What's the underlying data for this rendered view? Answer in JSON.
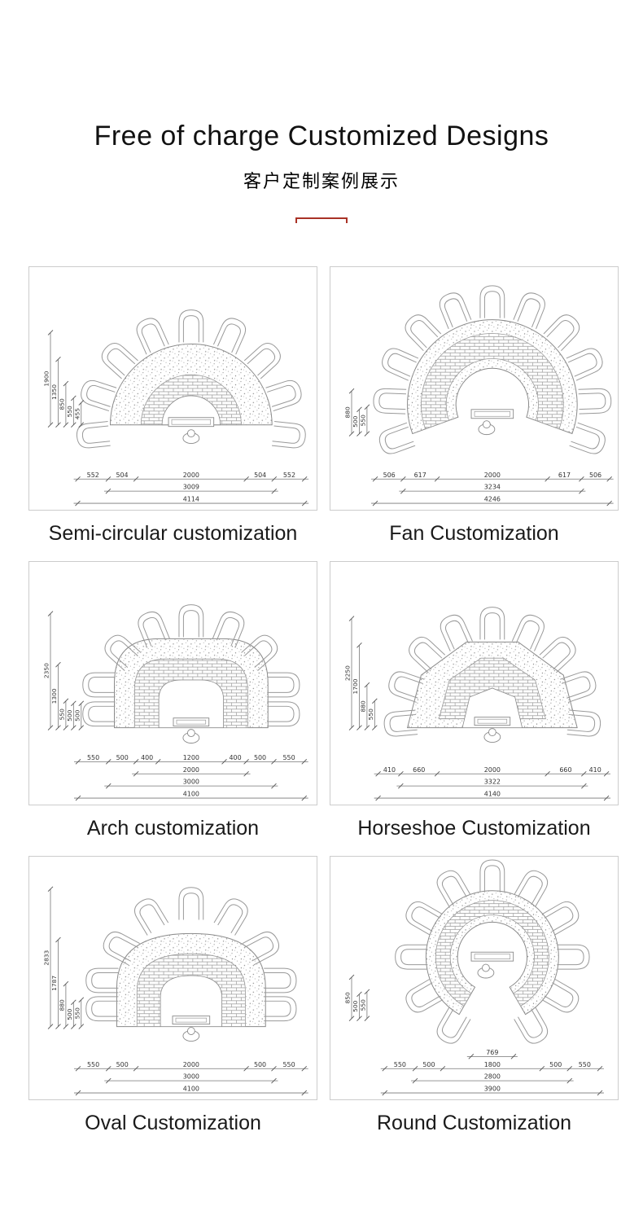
{
  "header": {
    "title": "Free of charge Customized Designs",
    "subtitle": "客户定制案例展示"
  },
  "divider_color": "#a93226",
  "panels": [
    {
      "caption": "Semi-circular customization",
      "shape": "semi",
      "h_rows": [
        [
          "552",
          "504",
          "2000",
          "504",
          "552"
        ],
        [
          "3009"
        ],
        [
          "4114"
        ]
      ],
      "v_dims": [
        "1900",
        "1350",
        "850",
        "550",
        "455"
      ]
    },
    {
      "caption": "Fan Customization",
      "shape": "fan",
      "h_rows": [
        [
          "506",
          "617",
          "2000",
          "617",
          "506"
        ],
        [
          "3234"
        ],
        [
          "4246"
        ]
      ],
      "v_dims": [
        "880",
        "500",
        "550"
      ]
    },
    {
      "caption": "Arch customization",
      "shape": "arch",
      "h_rows": [
        [
          "550",
          "500",
          "400",
          "1200",
          "400",
          "500",
          "550"
        ],
        [
          "2000"
        ],
        [
          "3000"
        ],
        [
          "4100"
        ]
      ],
      "v_dims": [
        "2350",
        "1300",
        "550",
        "500",
        "500"
      ]
    },
    {
      "caption": "Horseshoe Customization",
      "shape": "horseshoe",
      "h_rows": [
        [
          "410",
          "660",
          "2000",
          "660",
          "410"
        ],
        [
          "3322"
        ],
        [
          "4140"
        ]
      ],
      "v_dims": [
        "2250",
        "1700",
        "880",
        "550"
      ]
    },
    {
      "caption": "Oval Customization",
      "shape": "oval",
      "h_rows": [
        [
          "550",
          "500",
          "2000",
          "500",
          "550"
        ],
        [
          "3000"
        ],
        [
          "4100"
        ]
      ],
      "v_dims": [
        "2833",
        "1787",
        "880",
        "500",
        "550"
      ]
    },
    {
      "caption": "Round Customization",
      "shape": "round",
      "h_rows": [
        [
          "769"
        ],
        [
          "550",
          "500",
          "1800",
          "500",
          "550"
        ],
        [
          "2800"
        ],
        [
          "3900"
        ]
      ],
      "v_dims": [
        "850",
        "500",
        "550"
      ]
    }
  ]
}
